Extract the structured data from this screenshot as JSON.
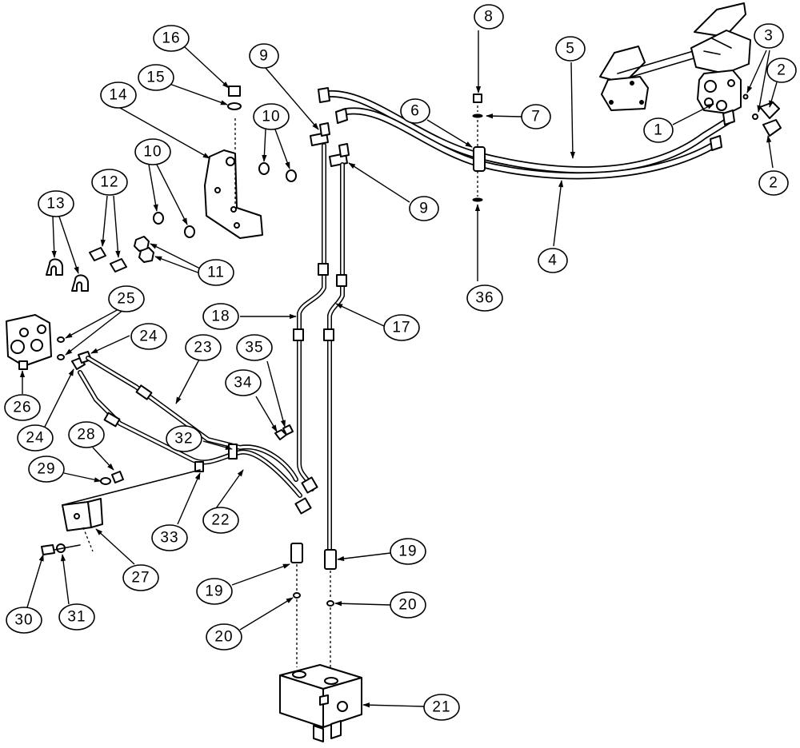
{
  "callouts": [
    {
      "id": "c1",
      "label": "1"
    },
    {
      "id": "c2a",
      "label": "2"
    },
    {
      "id": "c2b",
      "label": "2"
    },
    {
      "id": "c3",
      "label": "3"
    },
    {
      "id": "c4",
      "label": "4"
    },
    {
      "id": "c5",
      "label": "5"
    },
    {
      "id": "c6",
      "label": "6"
    },
    {
      "id": "c7",
      "label": "7"
    },
    {
      "id": "c8",
      "label": "8"
    },
    {
      "id": "c9a",
      "label": "9"
    },
    {
      "id": "c9b",
      "label": "9"
    },
    {
      "id": "c10a",
      "label": "10"
    },
    {
      "id": "c10b",
      "label": "10"
    },
    {
      "id": "c11",
      "label": "11"
    },
    {
      "id": "c12",
      "label": "12"
    },
    {
      "id": "c13",
      "label": "13"
    },
    {
      "id": "c14",
      "label": "14"
    },
    {
      "id": "c15",
      "label": "15"
    },
    {
      "id": "c16",
      "label": "16"
    },
    {
      "id": "c17",
      "label": "17"
    },
    {
      "id": "c18",
      "label": "18"
    },
    {
      "id": "c19a",
      "label": "19"
    },
    {
      "id": "c19b",
      "label": "19"
    },
    {
      "id": "c20a",
      "label": "20"
    },
    {
      "id": "c20b",
      "label": "20"
    },
    {
      "id": "c21",
      "label": "21"
    },
    {
      "id": "c22",
      "label": "22"
    },
    {
      "id": "c23",
      "label": "23"
    },
    {
      "id": "c24a",
      "label": "24"
    },
    {
      "id": "c24b",
      "label": "24"
    },
    {
      "id": "c25",
      "label": "25"
    },
    {
      "id": "c26",
      "label": "26"
    },
    {
      "id": "c27",
      "label": "27"
    },
    {
      "id": "c28",
      "label": "28"
    },
    {
      "id": "c29",
      "label": "29"
    },
    {
      "id": "c30",
      "label": "30"
    },
    {
      "id": "c31",
      "label": "31"
    },
    {
      "id": "c32",
      "label": "32"
    },
    {
      "id": "c33",
      "label": "33"
    },
    {
      "id": "c34",
      "label": "34"
    },
    {
      "id": "c35",
      "label": "35"
    },
    {
      "id": "c36",
      "label": "36"
    }
  ]
}
